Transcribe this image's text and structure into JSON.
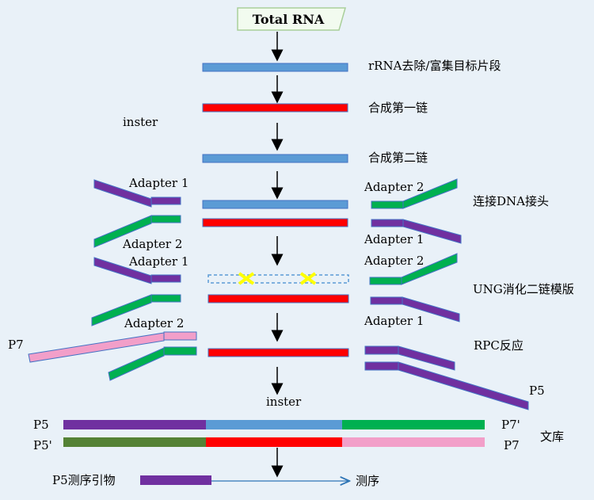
{
  "top_box": "Total RNA",
  "steps": {
    "s1": "rRNA去除/富集目标片段",
    "s2": "合成第一链",
    "s3": "合成第二链",
    "s4": "连接DNA接头",
    "s5": "UNG消化二链模版",
    "s6": "RPC反应",
    "s7": "文库"
  },
  "labels": {
    "inster_top": "inster",
    "inster_bottom": "inster",
    "adapter1": "Adapter 1",
    "adapter2": "Adapter 2",
    "p5": "P5",
    "p5_prime": "P5'",
    "p7": "P7",
    "p7_prime": "P7'",
    "primer": "P5测序引物",
    "sequencing": "测序"
  },
  "colors": {
    "blue": "#5b9bd5",
    "red": "#ff0000",
    "purple": "#7030a0",
    "green": "#00b050",
    "pink": "#f29fc9",
    "olive": "#548235",
    "outline": "#4472c4",
    "arrow_blue": "#2e75b6",
    "cross": "#ffff00"
  }
}
